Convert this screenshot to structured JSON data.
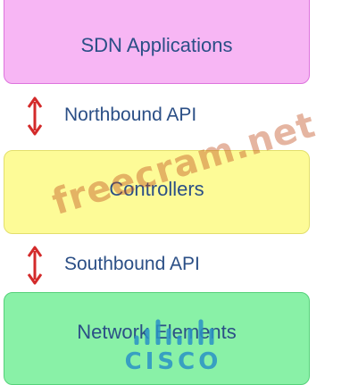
{
  "layers": {
    "applications": "SDN Applications",
    "controllers": "Controllers",
    "network_elements": "Network Elements"
  },
  "interfaces": {
    "northbound": "Northbound API",
    "southbound": "Southbound API"
  },
  "watermark": "freecram.net",
  "logo": {
    "text": "CISCO",
    "color": "#2a92c6"
  },
  "colors": {
    "applications_fill": "#f7b6f4",
    "controllers_fill": "#fdfb97",
    "network_elements_fill": "#89f1a7",
    "label_text": "#2b4f86",
    "arrow": "#d32a2a"
  }
}
